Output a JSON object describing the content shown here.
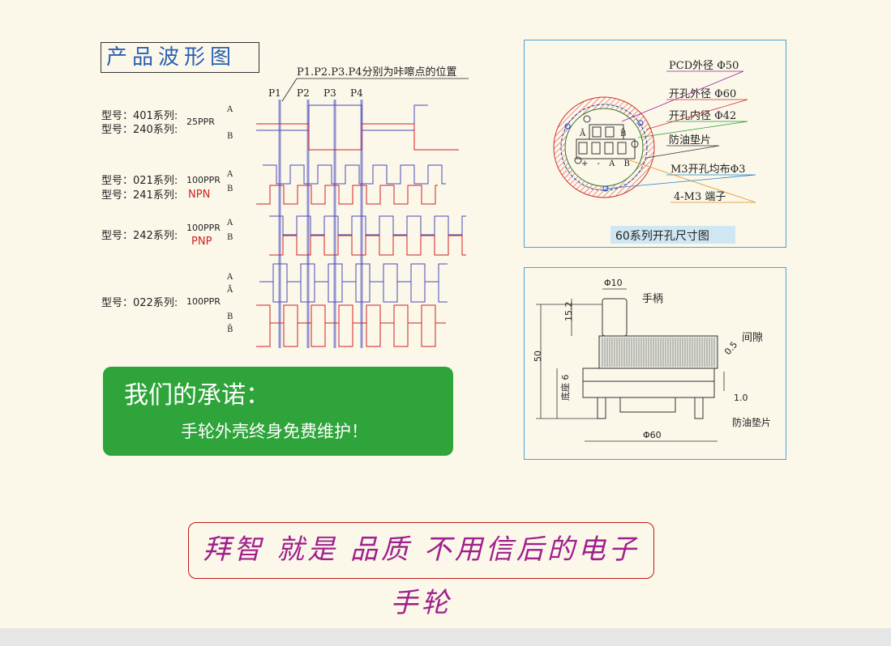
{
  "waveform": {
    "title": "产品波形图",
    "note": "P1.P2.P3.P4分别为咔嚓点的位置",
    "markers": [
      "P1",
      "P2",
      "P3",
      "P4"
    ],
    "models": [
      {
        "line1": "型号：401系列:",
        "line2": "型号：240系列:",
        "ppr": "25PPR",
        "type": ""
      },
      {
        "line1": "型号：021系列:",
        "line2": "型号：241系列:",
        "ppr": "100PPR",
        "type": "NPN"
      },
      {
        "line1": "型号：242系列:",
        "line2": "",
        "ppr": "100PPR",
        "type": "PNP"
      },
      {
        "line1": "型号：022系列:",
        "line2": "",
        "ppr": "100PPR",
        "type": ""
      }
    ],
    "channel_a": "A",
    "channel_b": "B",
    "channel_abar": "Ā",
    "channel_bbar": "B̄"
  },
  "hole_diagram": {
    "caption": "60系列开孔尺寸图",
    "labels": [
      "PCD外径 Φ50",
      "开孔外径 Φ60",
      "开孔内径 Φ42",
      "防油垫片",
      "M3开孔均布Φ3",
      "4-M3 端子"
    ],
    "pins": [
      "A",
      "B"
    ],
    "pins_bar": [
      "Ā",
      "B̄"
    ],
    "terminals": "+ - A B"
  },
  "dim_diagram": {
    "labels": {
      "d10": "Φ10",
      "handle": "手柄",
      "h152": "15.2",
      "h50": "50",
      "gap": "间隙",
      "gapval": "0.5",
      "base": "底座 6",
      "h10": "1.0",
      "pad": "防油垫片",
      "d60": "Φ60"
    }
  },
  "promise": {
    "heading": "我们的承诺：",
    "text": "手轮外壳终身免费维护！"
  },
  "slogan": "拜智 就是 品质  不用信后的电子手轮",
  "colors": {
    "a_wave": "#4a4ab8",
    "b_wave": "#d02020",
    "marker": "#7070c8",
    "accent_green": "#2ea43a",
    "slogan": "#a0208c"
  }
}
